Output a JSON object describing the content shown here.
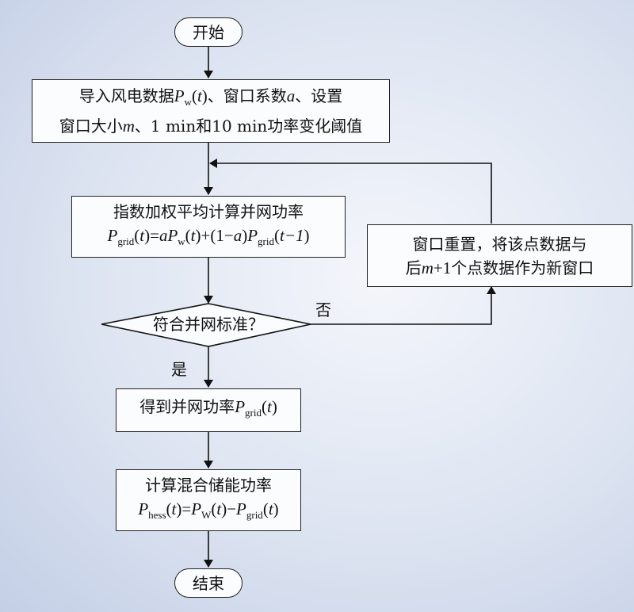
{
  "start": "开始",
  "end": "结束",
  "input": {
    "line1_text": "导入风电数据",
    "line1_tail": "、窗口系数",
    "line1_end": "、设置",
    "line2_a": "窗口大小",
    "line2_b": "、1 min和10 min功率变化阈值"
  },
  "ewma": {
    "title": "指数加权平均计算并网功率"
  },
  "reset": {
    "line1": "窗口重置，将该点数据与",
    "line2_a": "后",
    "line2_b": "个点数据作为新窗口"
  },
  "decision": {
    "text": "符合并网标准？",
    "yes": "是",
    "no": "否"
  },
  "result": {
    "text": "得到并网功率"
  },
  "hybrid": {
    "title": "计算混合储能功率"
  },
  "math": {
    "P": "P",
    "sub_w": "w",
    "sub_W": "W",
    "sub_grid": "grid",
    "sub_hess": "hess",
    "t": "t",
    "a": "a",
    "m": "m",
    "paren_open": "(",
    "paren_close": ")",
    "t_minus_1": "t−1",
    "eq": "=",
    "plus": "+",
    "minus": "−",
    "one_minus_open": "(1−",
    "plus_one": "+1"
  }
}
